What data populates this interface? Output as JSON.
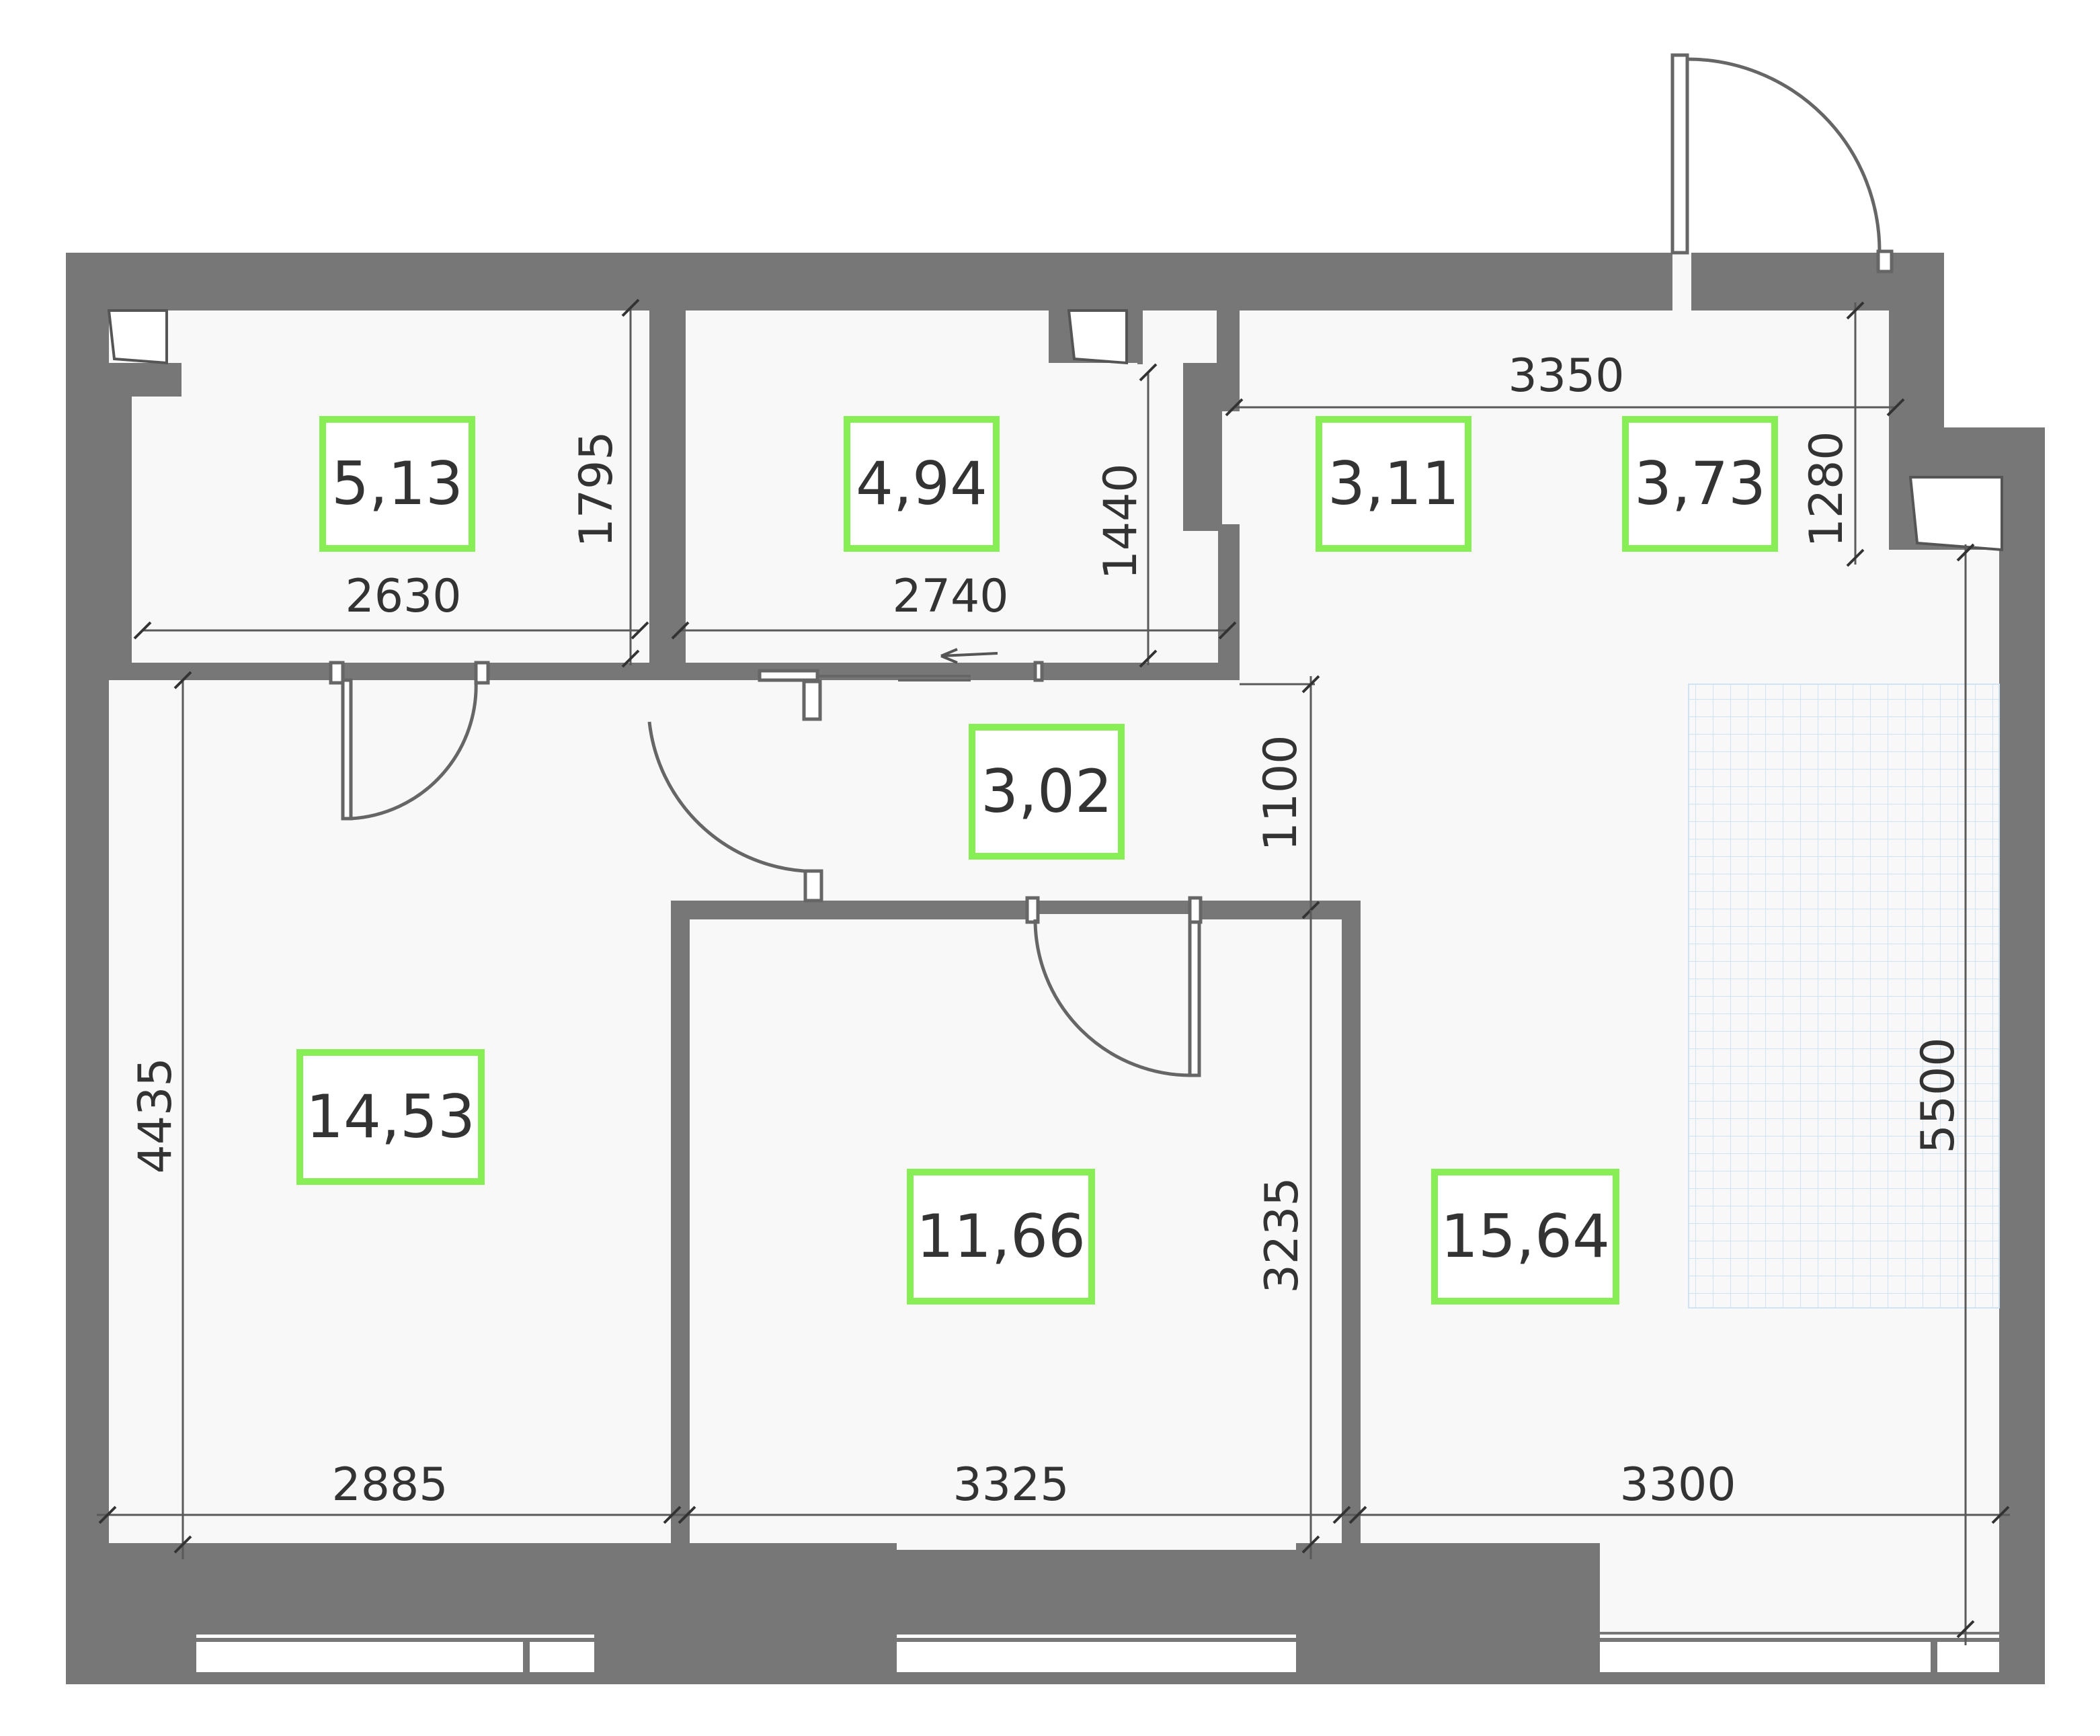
{
  "colors": {
    "wall": "#777777",
    "floor": "#f8f8f8",
    "area_frame": "#88ee55",
    "text": "#333333",
    "grid": "#cfe3f5"
  },
  "rooms": [
    {
      "id": "storage-left",
      "area": "5,13"
    },
    {
      "id": "bathroom",
      "area": "4,94"
    },
    {
      "id": "hall-upper",
      "area": "3,11"
    },
    {
      "id": "balcony-area",
      "area": "3,73"
    },
    {
      "id": "corridor",
      "area": "3,02"
    },
    {
      "id": "bedroom-left",
      "area": "14,53"
    },
    {
      "id": "bedroom-middle",
      "area": "11,66"
    },
    {
      "id": "living-room",
      "area": "15,64"
    }
  ],
  "dimensions": {
    "d2630": "2630",
    "d1795": "1795",
    "d2740": "2740",
    "d1440": "1440",
    "d3350": "3350",
    "d1280": "1280",
    "d1100": "1100",
    "d4435": "4435",
    "d3235": "3235",
    "d5500": "5500",
    "d2885": "2885",
    "d3325": "3325",
    "d3300": "3300"
  }
}
